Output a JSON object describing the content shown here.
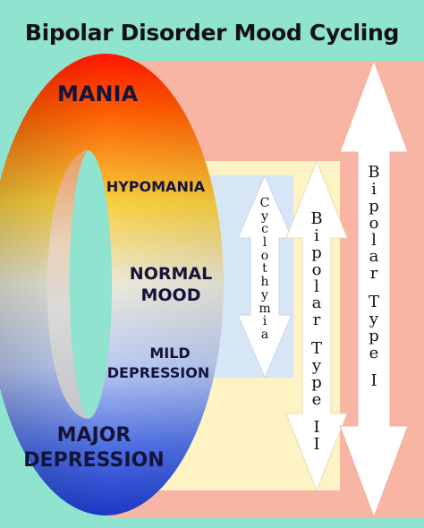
{
  "title": "Bipolar Disorder Mood Cycling",
  "states": {
    "mania": "MANIA",
    "hypomania": "HYPOMANIA",
    "normal_mood_line1": "NORMAL",
    "normal_mood_line2": "MOOD",
    "mild_depression_line1": "MILD",
    "mild_depression_line2": "DEPRESSION",
    "major_depression_line1": "MAJOR",
    "major_depression_line2": "DEPRESSION"
  },
  "ranges": {
    "cyclothymia": "Cyclothymia",
    "bipolar_type_2": "Bipolar Type II",
    "bipolar_type_1": "Bipolar Type I"
  },
  "colors": {
    "background": "#8fe3cf",
    "bipolar_1_band": "#f9b6a3",
    "bipolar_2_band": "#fdf3c4",
    "cyclothymia_band": "#d6e6f6",
    "ring_top": "#ff1a00",
    "ring_middle": "#ece7d2",
    "ring_bottom": "#1e3fc2"
  }
}
